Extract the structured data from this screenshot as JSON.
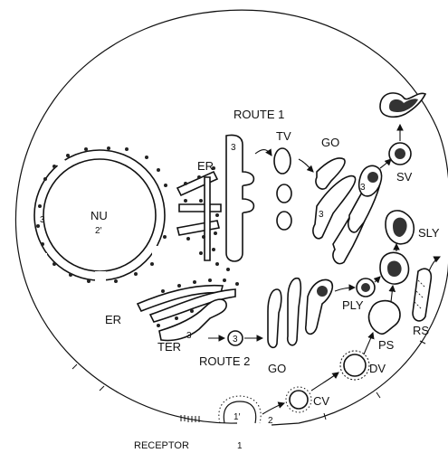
{
  "labels": {
    "nucleus": "NU",
    "nucleus_sub": "2′",
    "er_top": "ER",
    "er_bottom": "ER",
    "ter": "TER",
    "route1": "ROUTE 1",
    "route2": "ROUTE 2",
    "tv": "TV",
    "go_top": "GO",
    "go_bottom": "GO",
    "sv": "SV",
    "sly": "SLY",
    "ply": "PLY",
    "ps": "PS",
    "rs": "RS",
    "dv": "DV",
    "cv": "CV",
    "receptor": "RECEPTOR"
  },
  "numbers": {
    "nucleus_side": "3",
    "er_top": "3",
    "golgi_top": "3",
    "vesicle_sv": "3",
    "ter": "3",
    "route2_vesicle": "3",
    "pit": "1′",
    "pit_arrow": "2",
    "receptor_mark": "1"
  }
}
